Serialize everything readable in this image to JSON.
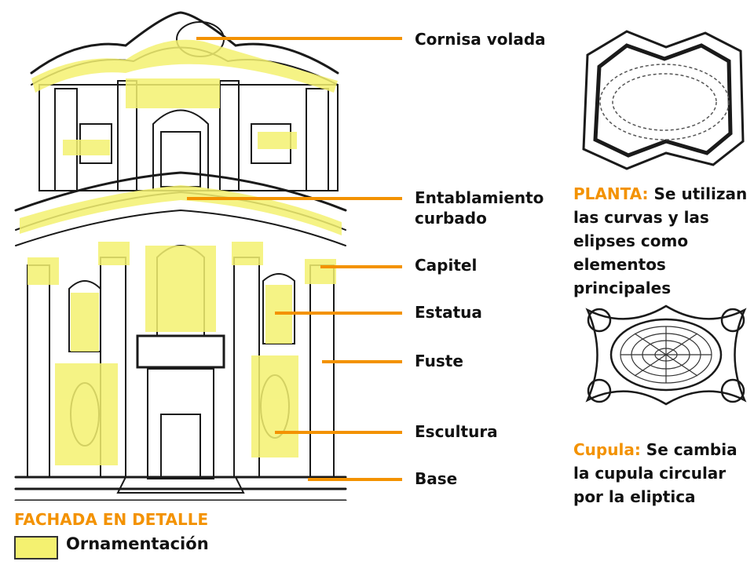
{
  "colors": {
    "accent": "#f39200",
    "ornament": "#f4f170",
    "ink": "#1a1a1a"
  },
  "callouts": [
    {
      "text": "Cornisa volada"
    },
    {
      "text": "Entablamiento\ncurbado"
    },
    {
      "text": "Capitel"
    },
    {
      "text": "Estatua"
    },
    {
      "text": "Fuste"
    },
    {
      "text": "Escultura"
    },
    {
      "text": "Base"
    }
  ],
  "planta": {
    "label": "PLANTA:",
    "text": "Se utilizan las curvas y las elipses como elementos principales"
  },
  "cupula": {
    "label": "Cupula:",
    "text": "Se cambia la cupula circular por la eliptica"
  },
  "legend": {
    "title": "FACHADA EN DETALLE",
    "item": "Ornamentación"
  }
}
